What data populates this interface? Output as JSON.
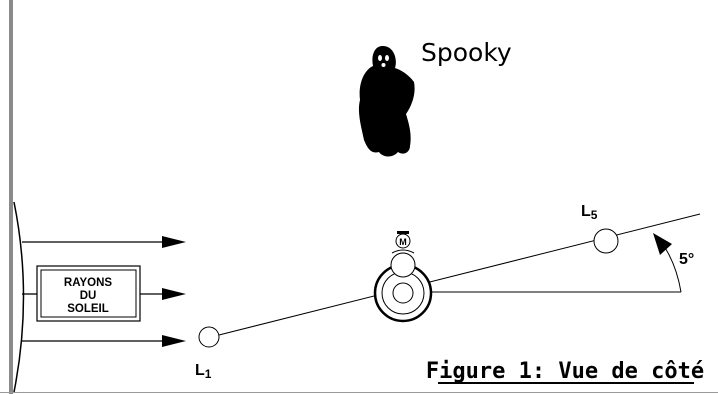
{
  "ghost": {
    "label": "Spooky"
  },
  "sun_box": {
    "line1": "RAYONS",
    "line2": "DU",
    "line3": "SOLEIL"
  },
  "points": {
    "l1_main": "L",
    "l1_sub": "1",
    "l5_main": "L",
    "l5_sub": "5"
  },
  "angle": {
    "label": "5°"
  },
  "moon_marker": {
    "letter": "M"
  },
  "caption": {
    "text": "Figure 1: Vue de côté"
  },
  "colors": {
    "ink": "#000000",
    "paper": "#ffffff",
    "border_gray": "#8a8a8a"
  }
}
